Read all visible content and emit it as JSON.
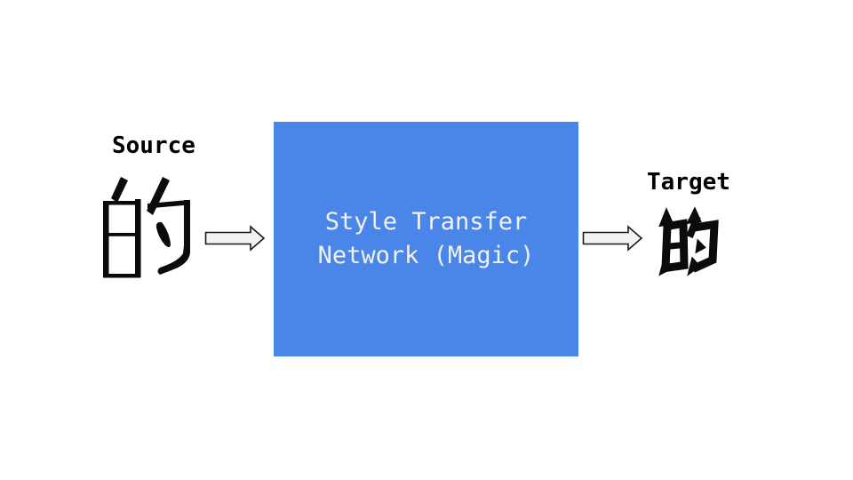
{
  "slide": {
    "background_color": "#ffffff"
  },
  "source": {
    "label": "Source",
    "character": "的",
    "glyph_style": "serif"
  },
  "network_box": {
    "label_line1": "Style Transfer",
    "label_line2": "Network (Magic)",
    "fill_color": "#4a86e8",
    "text_color": "#f1f1f1"
  },
  "target": {
    "label": "Target",
    "character": "的",
    "glyph_style": "heavy-pop"
  },
  "arrow": {
    "direction": "right",
    "fill_color": "#f2f2f2",
    "stroke_color": "#1a1a1a"
  }
}
